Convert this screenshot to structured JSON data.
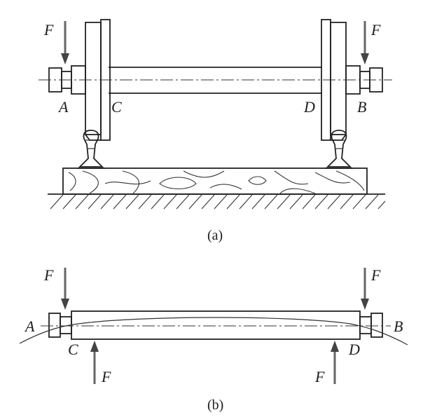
{
  "figure_a": {
    "caption": "(a)",
    "force_left": "F",
    "force_right": "F",
    "point_A": "A",
    "point_C": "C",
    "point_D": "D",
    "point_B": "B"
  },
  "figure_b": {
    "caption": "(b)",
    "force_top_left": "F",
    "force_top_right": "F",
    "force_bottom_left": "F",
    "force_bottom_right": "F",
    "point_A": "A",
    "point_B": "B",
    "point_C": "C",
    "point_D": "D"
  }
}
